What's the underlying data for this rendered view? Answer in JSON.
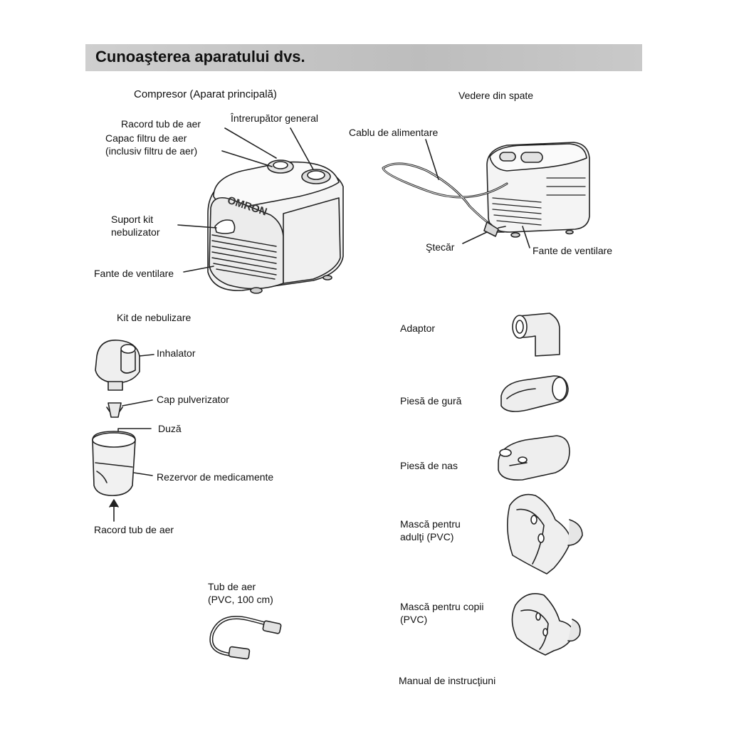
{
  "header": {
    "title": "Cunoaşterea aparatului dvs."
  },
  "compressor": {
    "title": "Compresor (Aparat principală)",
    "labels": {
      "air_tube_port": "Racord tub de aer",
      "power_switch": "Întrerupător general",
      "filter_cover_1": "Capac filtru de aer",
      "filter_cover_2": "(inclusiv filtru de aer)",
      "kit_holder_1": "Suport kit",
      "kit_holder_2": "nebulizator",
      "vents": "Fante de ventilare"
    },
    "logo": "OMRON"
  },
  "rear_view": {
    "title": "Vedere din spate",
    "labels": {
      "power_cable": "Cablu de alimentare",
      "plug": "Ştecăr",
      "vents": "Fante de ventilare"
    }
  },
  "nebulizer_kit": {
    "title": "Kit de nebulizare",
    "labels": {
      "inhaler": "Inhalator",
      "spray_head": "Cap pulverizator",
      "nozzle": "Duză",
      "medication_tank": "Rezervor de medicamente",
      "air_tube_port": "Racord tub de aer"
    }
  },
  "air_tube": {
    "label_1": "Tub de aer",
    "label_2": "(PVC, 100 cm)"
  },
  "accessories": {
    "adapter": "Adaptor",
    "mouthpiece": "Piesă de gură",
    "nosepiece": "Piesă de nas",
    "adult_mask_1": "Mască pentru",
    "adult_mask_2": "adulţi (PVC)",
    "child_mask_1": "Mască pentru copii",
    "child_mask_2": "(PVC)",
    "manual": "Manual de instrucţiuni"
  }
}
